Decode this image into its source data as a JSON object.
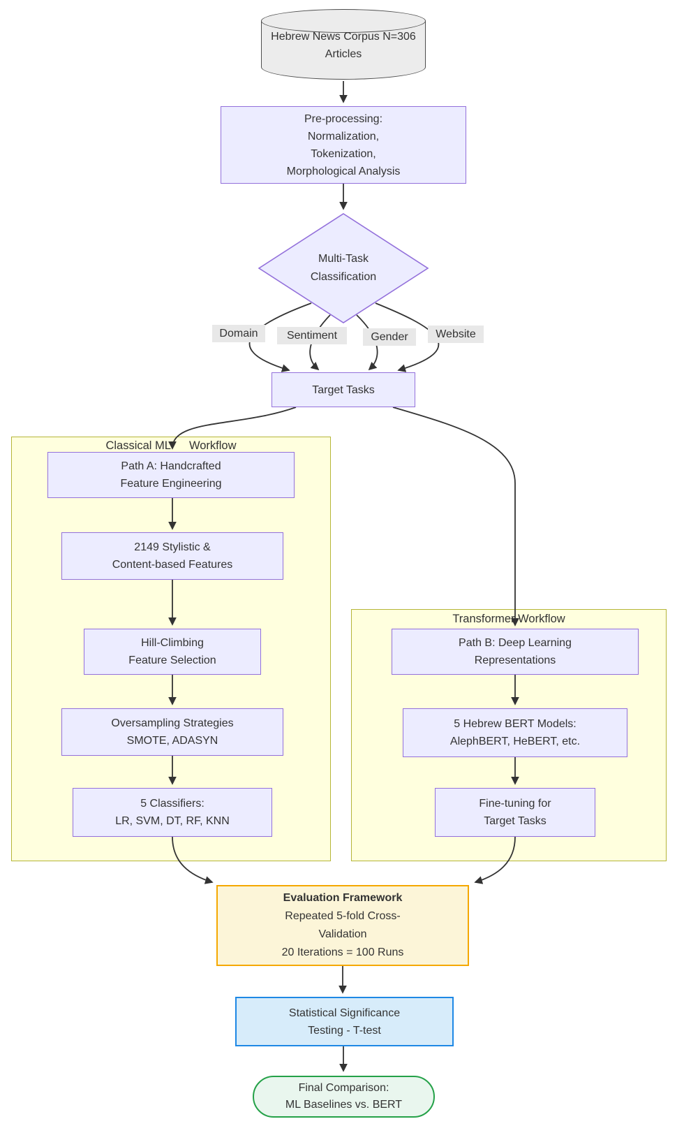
{
  "colors": {
    "node_fill": "#ECECFF",
    "node_border": "#9370DB",
    "cylinder_fill": "#ECECEC",
    "cylinder_border": "#4D4D4D",
    "container_fill": "#FFFFDE",
    "container_border": "#B5B538",
    "edge": "#333333",
    "label_bg": "#E8E8E8",
    "eval_fill": "#FCF5D8",
    "eval_border": "#F5A800",
    "stats_fill": "#D7ECFA",
    "stats_border": "#1E88E5",
    "final_fill": "#E9F6EE",
    "final_border": "#24A148",
    "text": "#333333"
  },
  "nodes": {
    "corpus": {
      "lines": [
        "Hebrew News Corpus",
        "N=306 Articles"
      ]
    },
    "preprocessing": {
      "lines": [
        "Pre-processing:",
        "Normalization,",
        "Tokenization,",
        "Morphological Analysis"
      ]
    },
    "multitask": {
      "lines": [
        "Multi-Task",
        "Classification"
      ]
    },
    "target_tasks": {
      "label": "Target Tasks"
    },
    "path_a": {
      "lines": [
        "Path A: Handcrafted",
        "Feature Engineering"
      ]
    },
    "features": {
      "lines": [
        "2149 Stylistic &",
        "Content-based Features"
      ]
    },
    "hill_climbing": {
      "lines": [
        "Hill-Climbing",
        "Feature Selection"
      ]
    },
    "oversampling": {
      "lines": [
        "Oversampling Strategies",
        "SMOTE, ADASYN"
      ]
    },
    "classifiers": {
      "lines": [
        "5 Classifiers:",
        "LR, SVM, DT, RF, KNN"
      ]
    },
    "path_b": {
      "lines": [
        "Path B: Deep Learning",
        "Representations"
      ]
    },
    "bert_models": {
      "lines": [
        "5 Hebrew BERT Models:",
        "AlephBERT, HeBERT, etc."
      ]
    },
    "fine_tuning": {
      "lines": [
        "Fine-tuning for",
        "Target Tasks"
      ]
    },
    "evaluation": {
      "title": "Evaluation Framework",
      "lines": [
        "Repeated 5-fold Cross-",
        "Validation",
        "20 Iterations = 100 Runs"
      ]
    },
    "stats": {
      "lines": [
        "Statistical Significance",
        "Testing - T-test"
      ]
    },
    "final": {
      "lines": [
        "Final Comparison:",
        "ML Baselines vs. BERT"
      ]
    }
  },
  "containers": {
    "classical": {
      "title_parts": [
        "Classical ML",
        "Workflow"
      ]
    },
    "transformer": {
      "title": "Transformer Workflow"
    }
  },
  "edge_labels": {
    "domain": "Domain",
    "sentiment": "Sentiment",
    "gender": "Gender",
    "website": "Website"
  }
}
